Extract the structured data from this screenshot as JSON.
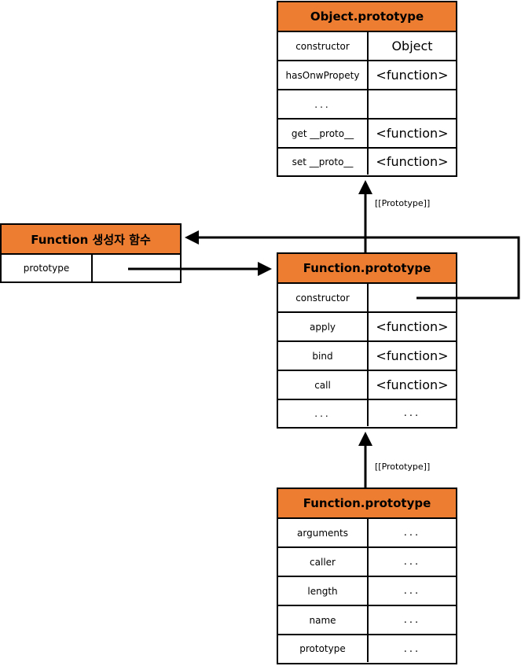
{
  "object_prototype": {
    "title": "Object.prototype",
    "rows": [
      {
        "key": "constructor",
        "value": "Object"
      },
      {
        "key": "hasOnwPropety",
        "value": "<function>"
      },
      {
        "key": "...",
        "value": ""
      },
      {
        "key": "get __proto__",
        "value": "<function>"
      },
      {
        "key": "set __proto__",
        "value": "<function>"
      }
    ]
  },
  "function_constructor": {
    "title": "Function 생성자 함수",
    "rows": [
      {
        "key": "prototype",
        "value": ""
      }
    ]
  },
  "function_prototype": {
    "title": "Function.prototype",
    "rows": [
      {
        "key": "constructor",
        "value": ""
      },
      {
        "key": "apply",
        "value": "<function>"
      },
      {
        "key": "bind",
        "value": "<function>"
      },
      {
        "key": "call",
        "value": "<function>"
      },
      {
        "key": "...",
        "value": "..."
      }
    ]
  },
  "function_instance": {
    "title": "Function.prototype",
    "rows": [
      {
        "key": "arguments",
        "value": "..."
      },
      {
        "key": "caller",
        "value": "..."
      },
      {
        "key": "length",
        "value": "..."
      },
      {
        "key": "name",
        "value": "..."
      },
      {
        "key": "prototype",
        "value": "..."
      }
    ]
  },
  "links": {
    "upper_label": "[[Prototype]]",
    "lower_label": "[[Prototype]]"
  }
}
